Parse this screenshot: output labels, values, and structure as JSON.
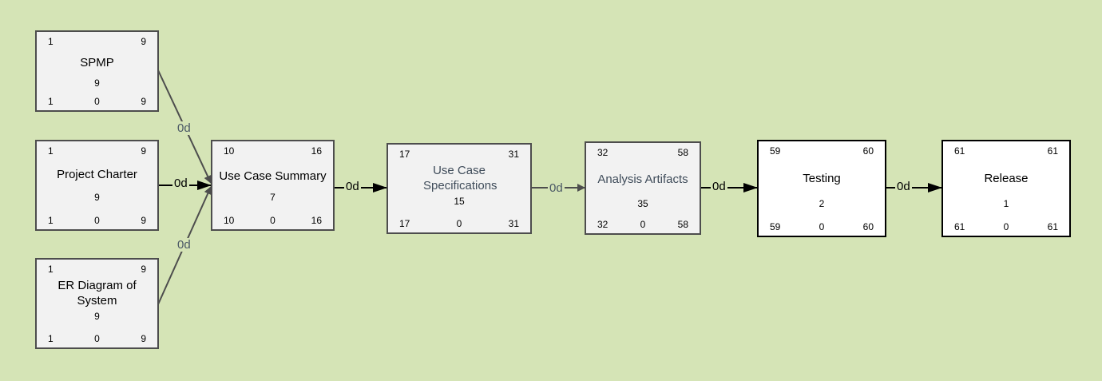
{
  "nodes": {
    "spmp": {
      "name": "SPMP",
      "es": "1",
      "ef": "9",
      "duration": "9",
      "ls": "1",
      "slack": "0",
      "lf": "9"
    },
    "charter": {
      "name": "Project Charter",
      "es": "1",
      "ef": "9",
      "duration": "9",
      "ls": "1",
      "slack": "0",
      "lf": "9"
    },
    "er": {
      "name": "ER Diagram of System",
      "es": "1",
      "ef": "9",
      "duration": "9",
      "ls": "1",
      "slack": "0",
      "lf": "9"
    },
    "ucsum": {
      "name": "Use Case Summary",
      "es": "10",
      "ef": "16",
      "duration": "7",
      "ls": "10",
      "slack": "0",
      "lf": "16"
    },
    "ucspec": {
      "name": "Use Case Specifications",
      "es": "17",
      "ef": "31",
      "duration": "15",
      "ls": "17",
      "slack": "0",
      "lf": "31"
    },
    "analysis": {
      "name": "Analysis Artifacts",
      "es": "32",
      "ef": "58",
      "duration": "35",
      "ls": "32",
      "slack": "0",
      "lf": "58"
    },
    "testing": {
      "name": "Testing",
      "es": "59",
      "ef": "60",
      "duration": "2",
      "ls": "59",
      "slack": "0",
      "lf": "60"
    },
    "release": {
      "name": "Release",
      "es": "61",
      "ef": "61",
      "duration": "1",
      "ls": "61",
      "slack": "0",
      "lf": "61"
    }
  },
  "links": {
    "spmp_ucsum": "0d",
    "charter_ucsum": "0d",
    "er_ucsum": "0d",
    "ucsum_ucspec": "0d",
    "ucspec_analysis": "0d",
    "analysis_testing": "0d",
    "testing_release": "0d"
  },
  "colors": {
    "background": "#d5e4b6",
    "node_fill": "#f2f2f2",
    "node_border": "#4d4d4d",
    "emphasis_border": "#000000",
    "muted_text": "#3f4c5a"
  }
}
